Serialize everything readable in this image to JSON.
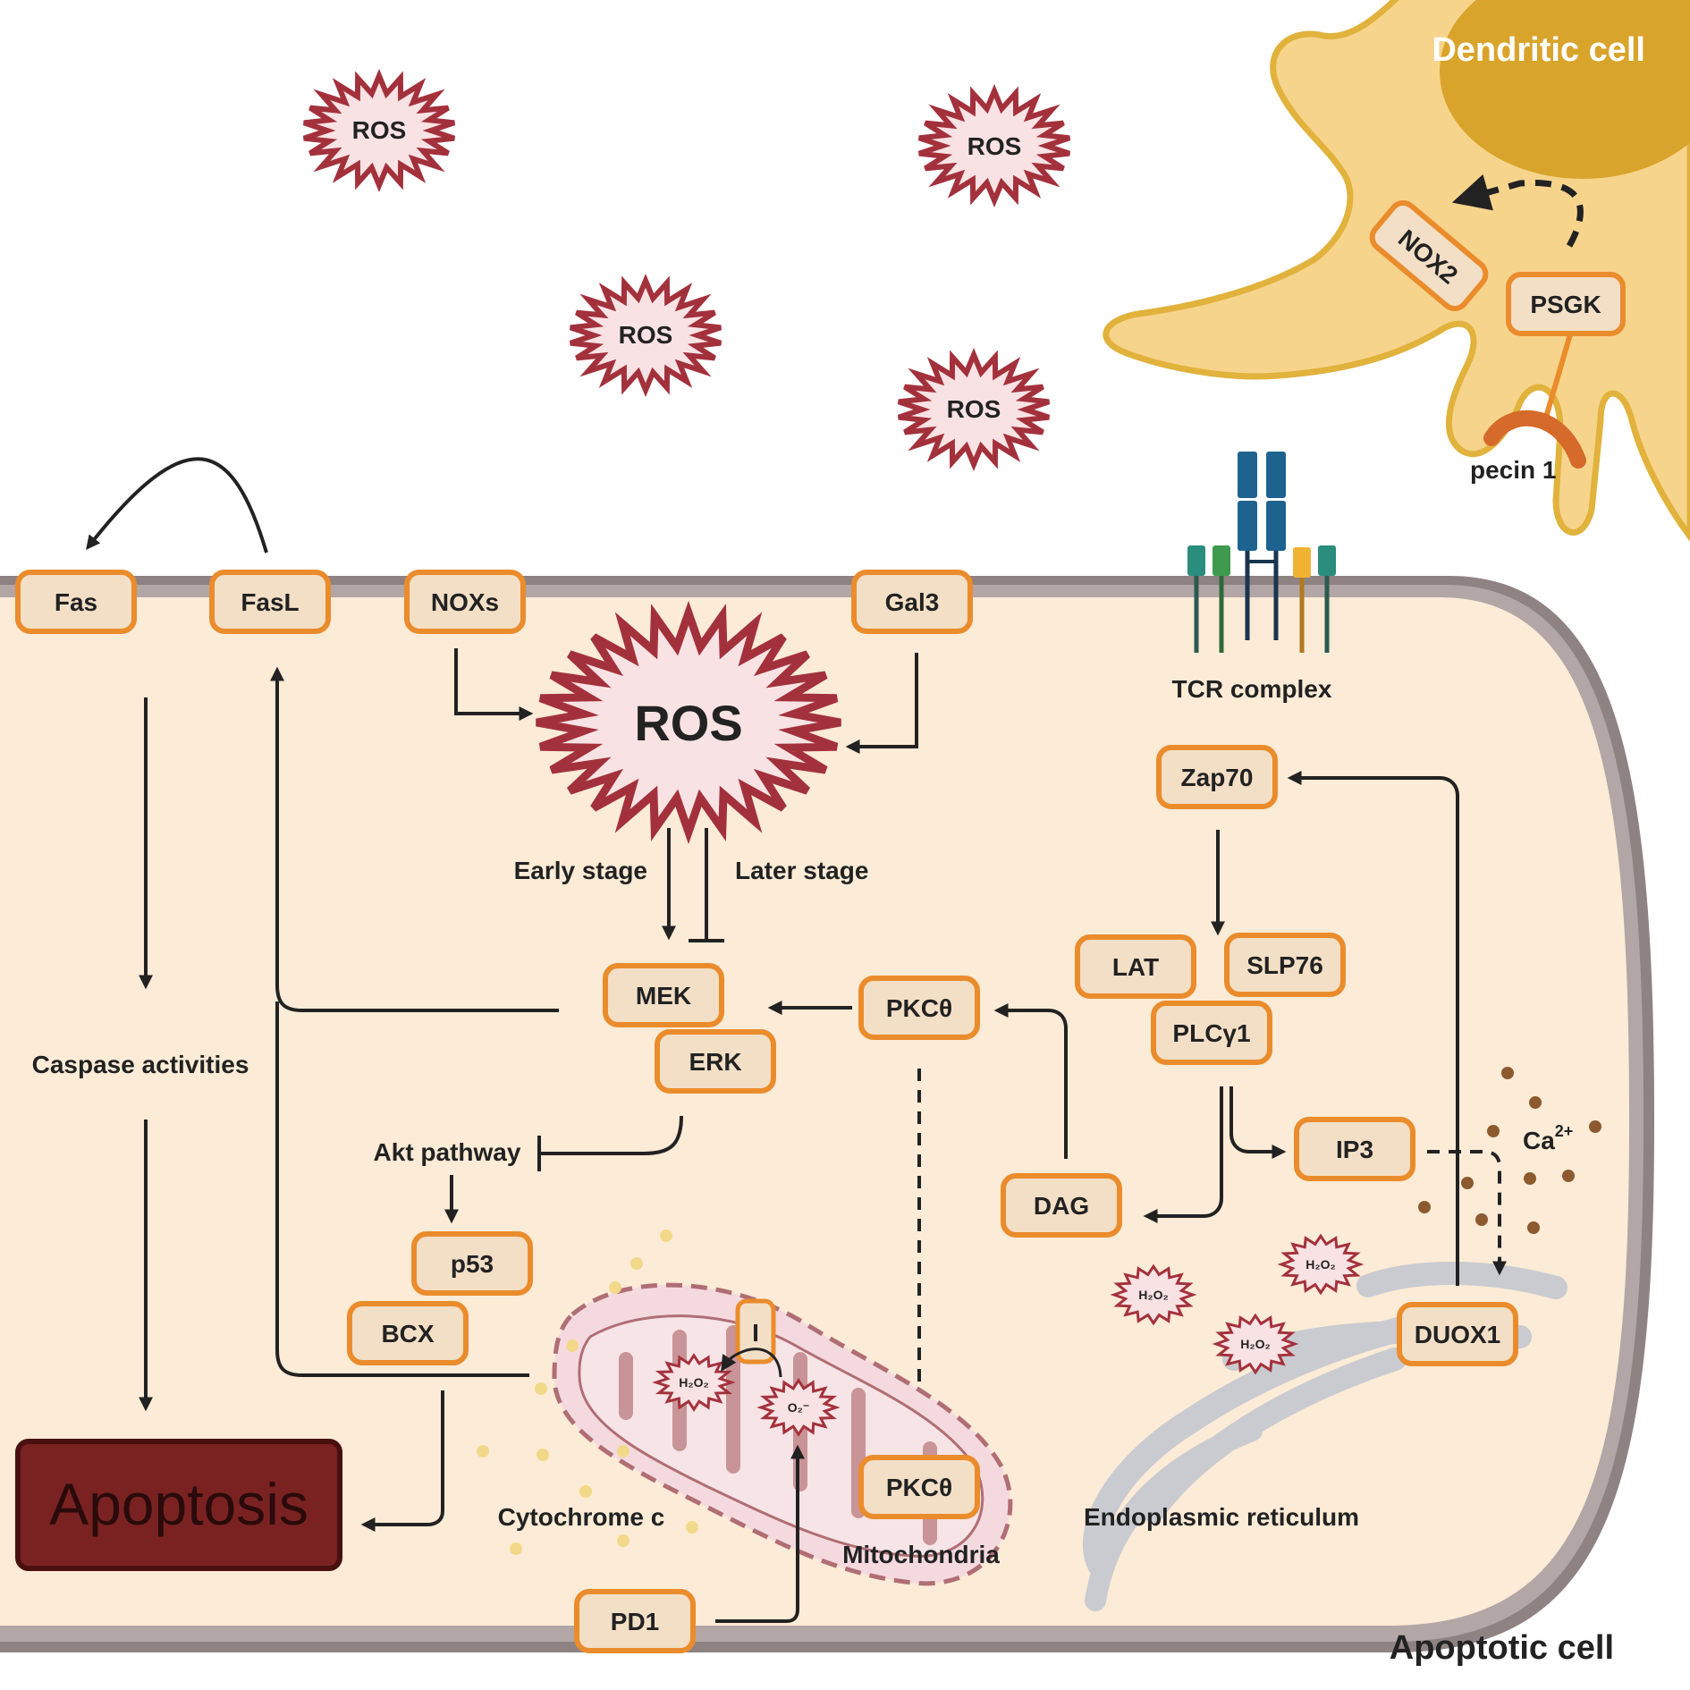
{
  "colors": {
    "cytoplasm": "#fcebd6",
    "membrane": "#8f8282",
    "box_fill": "#f3dfc6",
    "box_stroke": "#ea8c2c",
    "ros_fill": "#f9e2e3",
    "ros_stroke": "#a3313c",
    "dendritic_fill": "#f7d48c",
    "dendritic_stroke": "#e1b23c",
    "dendritic_nucleus": "#d9a42b",
    "apoptosis_fill": "#7a2222",
    "er": "#c9cbd0",
    "mito_fill": "#f4dadf",
    "mito_stroke": "#b06e74",
    "calcium_dot": "#8c5a2e",
    "cytochrome_dot": "#f2d98a",
    "tcr_blue": "#1e6390",
    "tcr_teal": "#2a8d7d",
    "tcr_green": "#3e9b4d",
    "tcr_orange": "#efb233",
    "pecin": "#d66a2a"
  },
  "cell_labels": {
    "dendritic_cell": "Dendritic cell",
    "apoptotic_cell": "Apoptotic cell"
  },
  "dendritic": {
    "nox2": "NOX2",
    "psgk": "PSGK",
    "pecin": "pecin 1"
  },
  "extracellular_ros": [
    "ROS",
    "ROS",
    "ROS",
    "ROS"
  ],
  "central_ros": "ROS",
  "membrane_proteins": {
    "fas": "Fas",
    "fasl": "FasL",
    "noxs": "NOXs",
    "gal3": "Gal3",
    "pd1": "PD1"
  },
  "tcr_label": "TCR complex",
  "stage_labels": {
    "early": "Early stage",
    "later": "Later stage"
  },
  "proteins": {
    "mek": "MEK",
    "erk": "ERK",
    "pkc_theta": "PKCθ",
    "pkc_theta_mito": "PKCθ",
    "zap70": "Zap70",
    "lat": "LAT",
    "slp76": "SLP76",
    "plcg1": "PLCγ1",
    "ip3": "IP3",
    "dag": "DAG",
    "p53": "p53",
    "bcx": "BCX",
    "duox1": "DUOX1",
    "complex_i": "I"
  },
  "pathway_labels": {
    "caspase": "Caspase activities",
    "akt": "Akt pathway",
    "apoptosis": "Apoptosis",
    "cytochrome": "Cytochrome c",
    "mitochondria": "Mitochondria",
    "er": "Endoplasmic reticulum",
    "calcium": "Ca",
    "calcium_sup": "2+"
  },
  "small_ros": {
    "h2o2": "H₂O₂",
    "o2": "O₂⁻"
  }
}
